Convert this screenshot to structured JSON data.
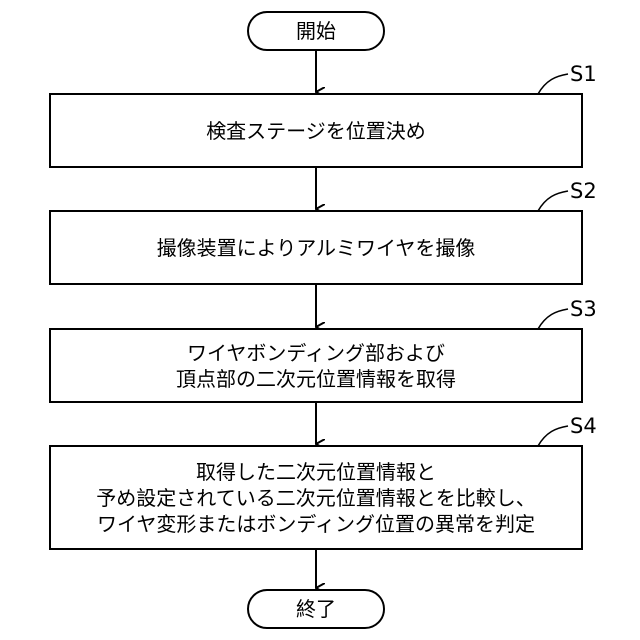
{
  "start_label": "開始",
  "end_label": "終了",
  "steps": [
    {
      "id": "S1",
      "text": "検査ステージを位置決め"
    },
    {
      "id": "S2",
      "text": "撮像装置によりアルミワイヤを撮像"
    },
    {
      "id": "S3",
      "lines": [
        "ワイヤボンディング部および",
        "頂点部の二次元位置情報を取得"
      ]
    },
    {
      "id": "S4",
      "lines": [
        "取得した二次元位置情報と",
        "予め設定されている二次元位置情報とを比較し、",
        "ワイヤ変形またはボンディング位置の異常を判定"
      ]
    }
  ],
  "colors": {
    "stroke": "#000000",
    "fill": "#ffffff"
  }
}
